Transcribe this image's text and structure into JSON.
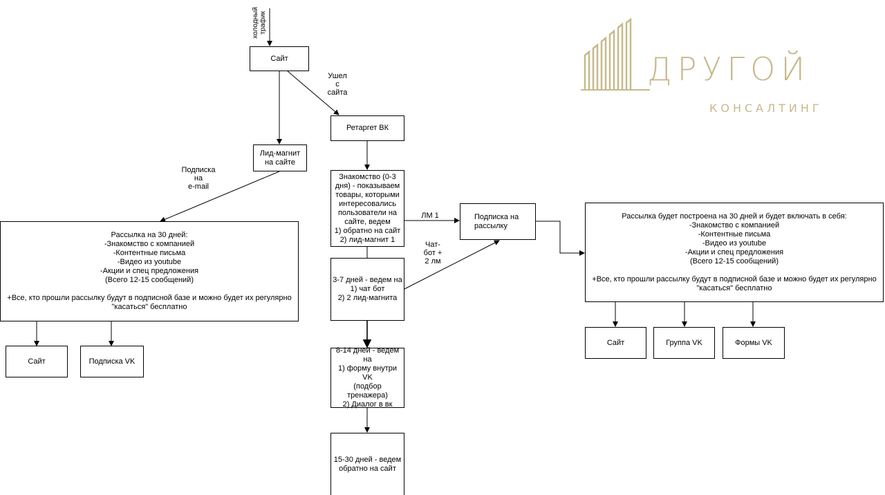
{
  "entry_label": "холодный\nтрафик",
  "boxes": {
    "site_top": "Сайт",
    "lead_magnet": "Лид-магнит\nна сайте",
    "retarget": "Ретаргет ВК",
    "acquaint": "Знакомство (0-3\nдня) - показываем\nтовары, которыми\nинтересовались\nпользователи на\nсайте, ведем\n1) обратно на сайт\n2) лид-магнит 1",
    "days_3_7": "3-7 дней - ведем на\n1) чат бот\n2) 2 лид-магнита",
    "days_8_14": "8-14 дней - ведем\nна\n1) форму внутри VK\n(подбор тренажера)\n2) Диалог в вк",
    "days_15_30": "15-30 дней - ведем\nобратно на сайт",
    "subscribe": "Подписка на\nрассылку",
    "mail_left": "Рассылка на 30 дней:\n-Знакомство с компанией\n-Контентные письма\n-Видео из youtube\n-Акции и спец предложения\n(Всего 12-15 сообщений)\n\n+Все, кто прошли рассылку будут в подписной базе и можно будет их регулярно\n\"касаться\" бесплатно",
    "mail_right": "Рассылка будет построена на 30 дней и будет включать в себя:\n-Знакомство с компанией\n-Контентные письма\n-Видео из youtube\n-Акции и спец предложения\n(Всего 12-15 сообщений)\n\n+Все, кто прошли рассылку будут в подписной базе и можно будет их регулярно\n\"касаться\" бесплатно",
    "left_site": "Сайт",
    "left_vk": "Подписка VK",
    "right_site": "Сайт",
    "right_group": "Группа VK",
    "right_forms": "Формы VK"
  },
  "edge_labels": {
    "left_site": "Ушел\nс\nсайта",
    "email_sub": "Подписка\nна\ne-mail",
    "lm1": "ЛМ 1",
    "chatbot": "Чат-\nбот +\n2 лм"
  },
  "logo": {
    "word": "ДРУГОЙ",
    "sub": "КОНСАЛТИНГ",
    "color": "#c7b98b"
  }
}
